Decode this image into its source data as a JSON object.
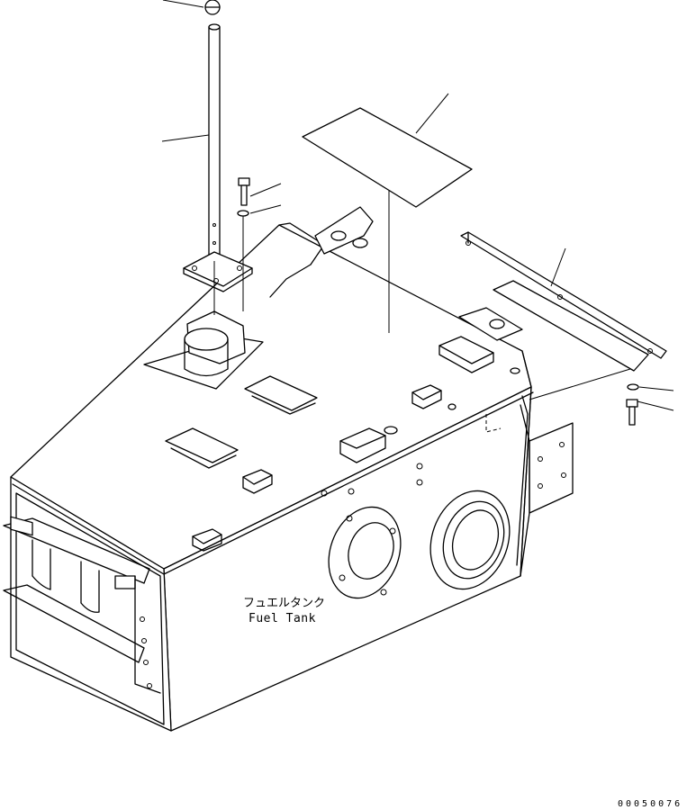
{
  "diagram": {
    "label_japanese": "フュエルタンク",
    "label_english": "Fuel Tank",
    "drawing_number": "00050076"
  }
}
